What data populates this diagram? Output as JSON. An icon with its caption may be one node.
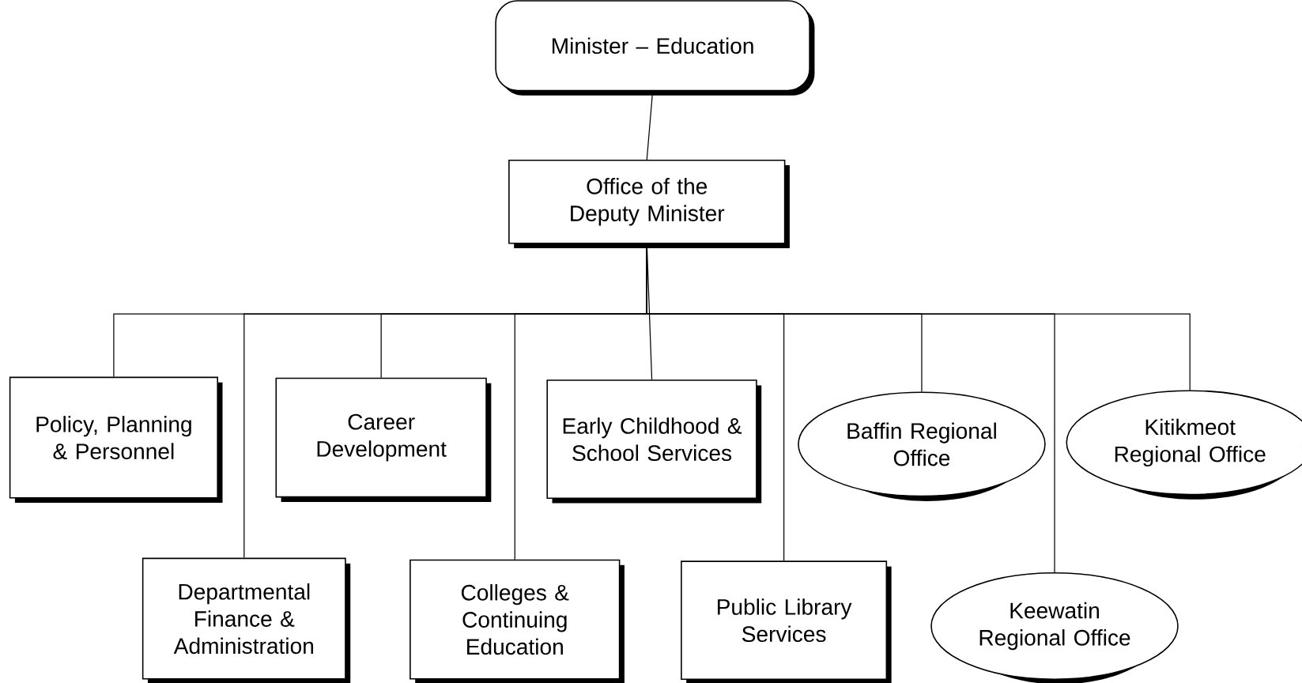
{
  "diagram": {
    "nodes": [
      {
        "text": [
          "Minister – Education"
        ]
      },
      {
        "text": [
          "Office of the Deputy Minister"
        ]
      },
      {
        "text": [
          "Policy, Planning & Personnel"
        ]
      },
      {
        "text": [
          "Career Development"
        ]
      },
      {
        "text": [
          "Early Childhood & School Services"
        ]
      },
      {
        "text": [
          "Baffin Regional Office"
        ]
      },
      {
        "text": [
          "Kitikmeot Regional Office"
        ]
      },
      {
        "text": [
          "Departmental Finance & Administration"
        ]
      },
      {
        "text": [
          "Colleges & Continuing Education"
        ]
      },
      {
        "text": [
          "Public Library Services"
        ]
      },
      {
        "text": [
          "Keewatin Regional Office"
        ]
      }
    ],
    "edges": [
      {
        "from": 0,
        "to": 1,
        "arrow": "none"
      },
      {
        "from": 1,
        "to": 2,
        "arrow": "none"
      },
      {
        "from": 1,
        "to": 3,
        "arrow": "none"
      },
      {
        "from": 1,
        "to": 4,
        "arrow": "none"
      },
      {
        "from": 1,
        "to": 5,
        "arrow": "none"
      },
      {
        "from": 1,
        "to": 6,
        "arrow": "none"
      },
      {
        "from": 1,
        "to": 7,
        "arrow": "none"
      },
      {
        "from": 1,
        "to": 8,
        "arrow": "none"
      },
      {
        "from": 1,
        "to": 9,
        "arrow": "none"
      },
      {
        "from": 1,
        "to": 10,
        "arrow": "none"
      }
    ]
  }
}
